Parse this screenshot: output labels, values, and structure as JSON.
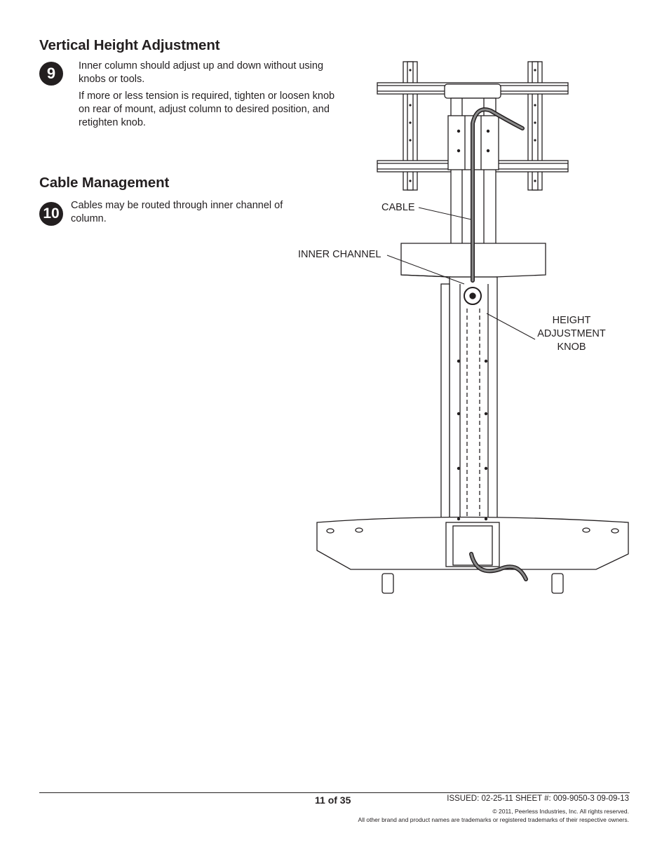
{
  "sections": {
    "vertical": {
      "title": "Vertical Height Adjustment",
      "step": "9",
      "para1": "Inner column should adjust up and down without using knobs or tools.",
      "para2": "If more or less tension is required, tighten or loosen knob on rear of mount, adjust column to desired position, and retighten knob."
    },
    "cable": {
      "title": "Cable Management",
      "step": "10",
      "para1": "Cables may be routed through inner channel of column."
    }
  },
  "diagram": {
    "labels": {
      "cable": "CABLE",
      "inner_channel": "INNER CHANNEL",
      "knob_line1": "HEIGHT",
      "knob_line2": "ADJUSTMENT",
      "knob_line3": "KNOB"
    }
  },
  "footer": {
    "page": "11 of 35",
    "issued": "ISSUED: 02-25-11   SHEET #: 009-9050-3  09-09-13",
    "copyright": "© 2011, Peerless Industries, Inc. All rights reserved.",
    "trademark": "All other brand and product names are trademarks or registered trademarks of their respective owners."
  }
}
